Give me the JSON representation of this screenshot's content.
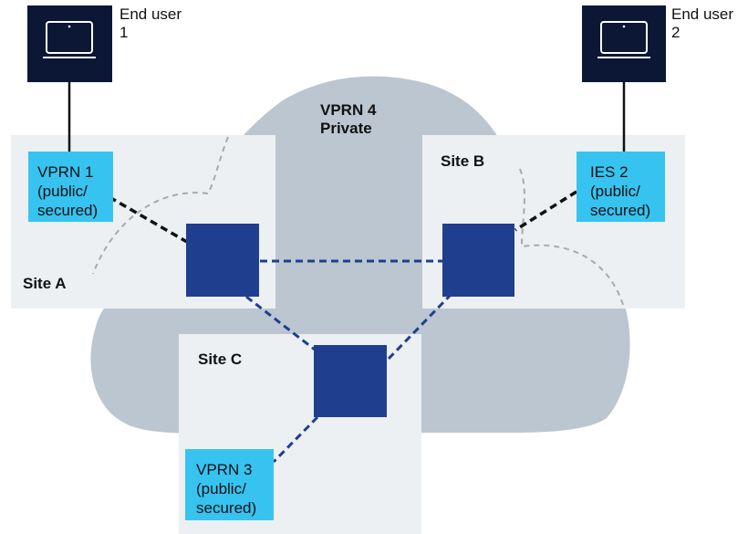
{
  "cloud": {
    "title_line1": "VPRN 4",
    "title_line2": "Private"
  },
  "sites": {
    "a": "Site A",
    "b": "Site B",
    "c": "Site C"
  },
  "end_users": {
    "user1": {
      "line1": "End user",
      "line2": "1"
    },
    "user2": {
      "line1": "End user",
      "line2": "2"
    }
  },
  "services": {
    "vprn1": {
      "line1": "VPRN 1",
      "line2": "(public/",
      "line3": "secured)"
    },
    "ies2": {
      "line1": "IES 2",
      "line2": "(public/",
      "line3": "secured)"
    },
    "vprn3": {
      "line1": "VPRN 3",
      "line2": "(public/",
      "line3": "secured)"
    }
  },
  "colors": {
    "cloud": "#bcc6d0",
    "site_panel": "#ecf0f3",
    "router": "#1f3f8e",
    "service_box": "#37c3f0",
    "laptop": "#0c1736",
    "dashed_gray": "#a9a9a9"
  }
}
